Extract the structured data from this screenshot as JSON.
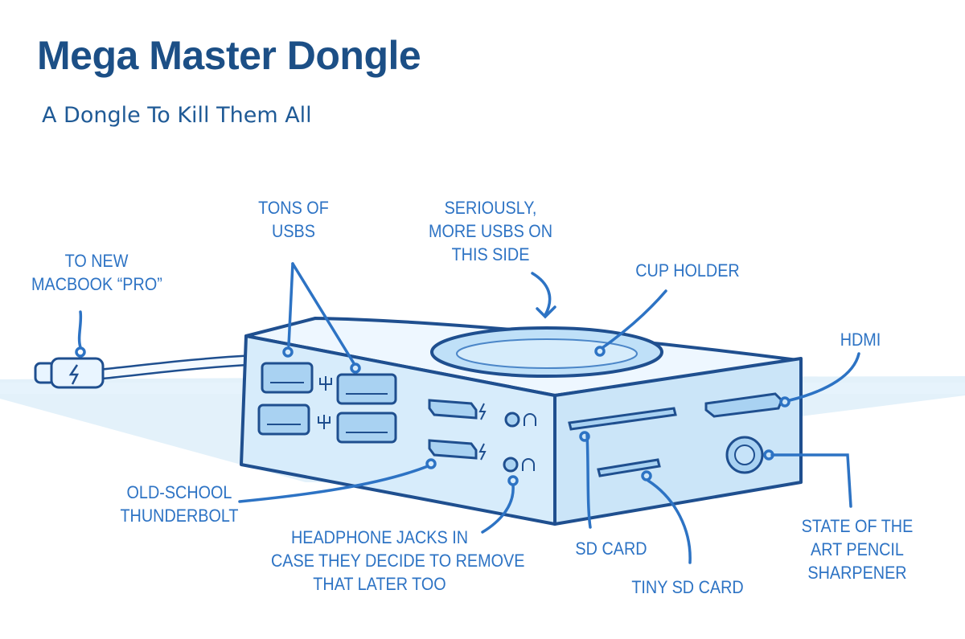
{
  "title": "Mega Master Dongle",
  "subtitle": "A Dongle To Kill Them All",
  "labels": {
    "to_new_macbook": [
      "TO NEW",
      "MACBOOK “PRO”"
    ],
    "tons_of_usbs": [
      "TONS OF",
      "USBS"
    ],
    "more_usbs": [
      "SERIOUSLY,",
      "MORE USBS ON",
      "THIS SIDE"
    ],
    "cup_holder": [
      "CUP HOLDER"
    ],
    "hdmi": [
      "HDMI"
    ],
    "thunderbolt": [
      "OLD-SCHOOL",
      "THUNDERBOLT"
    ],
    "headphone": [
      "HEADPHONE JACKS IN",
      "CASE THEY DECIDE TO REMOVE",
      "THAT LATER TOO"
    ],
    "sd_card": [
      "SD CARD"
    ],
    "tiny_sd_card": [
      "TINY SD CARD"
    ],
    "pencil_sharpener": [
      "STATE OF THE",
      "ART PENCIL",
      "SHARPENER"
    ]
  },
  "icons": [
    "usb-symbol-icon",
    "thunderbolt-symbol-icon",
    "headphone-symbol-icon",
    "lightning-connector-icon"
  ],
  "colors": {
    "title": "#1c4f86",
    "label": "#2d73c4",
    "outline": "#1f4f8f",
    "fill_light": "#dcefff",
    "fill_mid": "#b8dcf7",
    "shadow": "#cfe6f7"
  }
}
